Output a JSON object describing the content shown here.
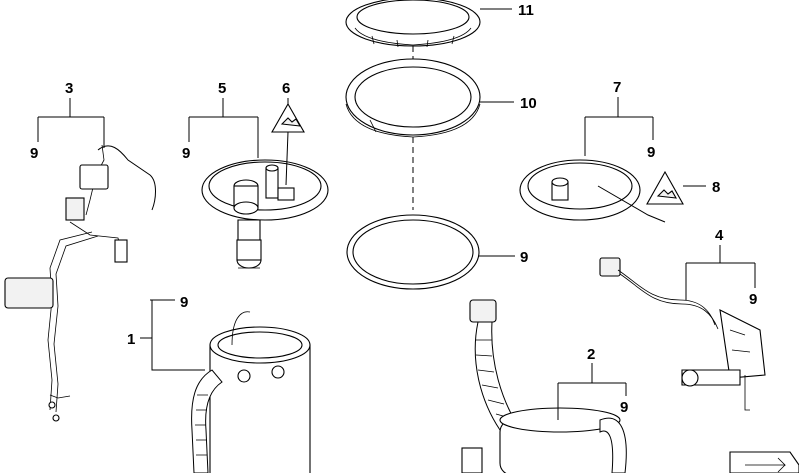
{
  "callouts": {
    "c1": "1",
    "c2": "2",
    "c3": "3",
    "c4": "4",
    "c5": "5",
    "c6": "6",
    "c7": "7",
    "c8": "8",
    "c9a": "9",
    "c9b": "9",
    "c9c": "9",
    "c9d": "9",
    "c9e": "9",
    "c9f": "9",
    "c9g": "9",
    "c10": "10",
    "c11": "11"
  }
}
